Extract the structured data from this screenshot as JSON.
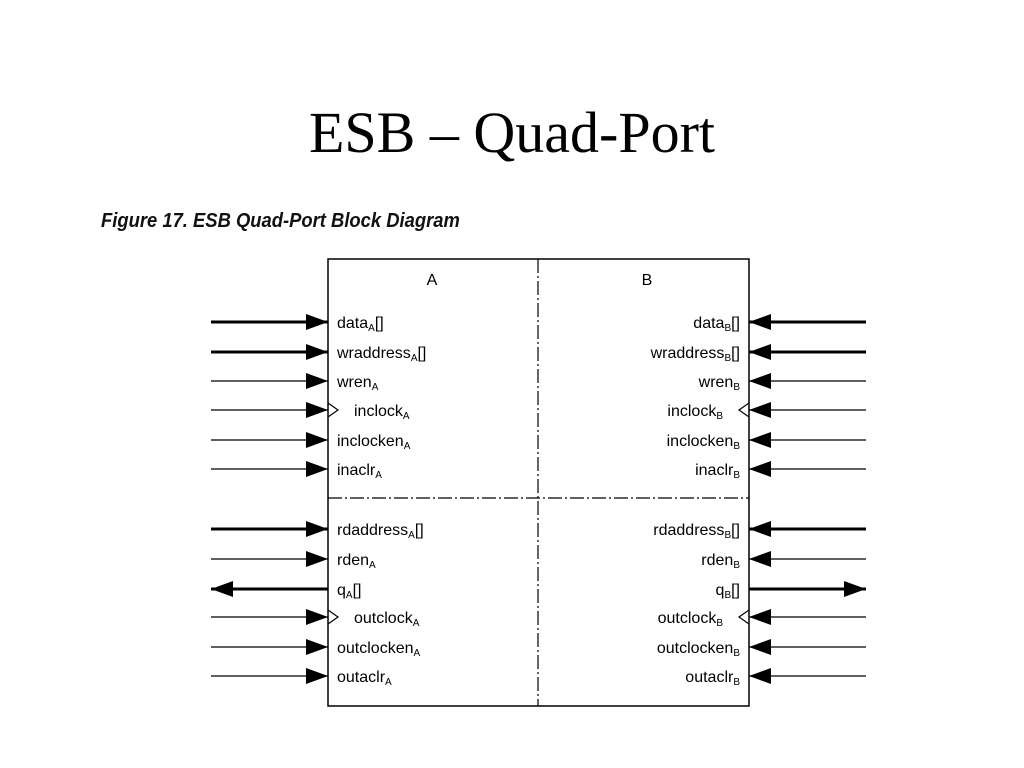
{
  "slide": {
    "title": "ESB – Quad-Port",
    "caption": "Figure 17. ESB Quad-Port Block Diagram"
  },
  "block": {
    "port_a_label": "A",
    "port_b_label": "B"
  },
  "ports": {
    "a": {
      "write": [
        {
          "name": "data",
          "sub": "A",
          "suffix": "[]",
          "bus": true,
          "dir": "in",
          "clock": false
        },
        {
          "name": "wraddress",
          "sub": "A",
          "suffix": "[]",
          "bus": true,
          "dir": "in",
          "clock": false
        },
        {
          "name": "wren",
          "sub": "A",
          "suffix": "",
          "bus": false,
          "dir": "in",
          "clock": false
        },
        {
          "name": "inclock",
          "sub": "A",
          "suffix": "",
          "bus": false,
          "dir": "in",
          "clock": true
        },
        {
          "name": "inclocken",
          "sub": "A",
          "suffix": "",
          "bus": false,
          "dir": "in",
          "clock": false
        },
        {
          "name": "inaclr",
          "sub": "A",
          "suffix": "",
          "bus": false,
          "dir": "in",
          "clock": false
        }
      ],
      "read": [
        {
          "name": "rdaddress",
          "sub": "A",
          "suffix": "[]",
          "bus": true,
          "dir": "in",
          "clock": false
        },
        {
          "name": "rden",
          "sub": "A",
          "suffix": "",
          "bus": false,
          "dir": "in",
          "clock": false
        },
        {
          "name": "q",
          "sub": "A",
          "suffix": "[]",
          "bus": true,
          "dir": "out",
          "clock": false
        },
        {
          "name": "outclock",
          "sub": "A",
          "suffix": "",
          "bus": false,
          "dir": "in",
          "clock": true
        },
        {
          "name": "outclocken",
          "sub": "A",
          "suffix": "",
          "bus": false,
          "dir": "in",
          "clock": false
        },
        {
          "name": "outaclr",
          "sub": "A",
          "suffix": "",
          "bus": false,
          "dir": "in",
          "clock": false
        }
      ]
    },
    "b": {
      "write": [
        {
          "name": "data",
          "sub": "B",
          "suffix": "[]",
          "bus": true,
          "dir": "in",
          "clock": false
        },
        {
          "name": "wraddress",
          "sub": "B",
          "suffix": "[]",
          "bus": true,
          "dir": "in",
          "clock": false
        },
        {
          "name": "wren",
          "sub": "B",
          "suffix": "",
          "bus": false,
          "dir": "in",
          "clock": false
        },
        {
          "name": "inclock",
          "sub": "B",
          "suffix": "",
          "bus": false,
          "dir": "in",
          "clock": true
        },
        {
          "name": "inclocken",
          "sub": "B",
          "suffix": "",
          "bus": false,
          "dir": "in",
          "clock": false
        },
        {
          "name": "inaclr",
          "sub": "B",
          "suffix": "",
          "bus": false,
          "dir": "in",
          "clock": false
        }
      ],
      "read": [
        {
          "name": "rdaddress",
          "sub": "B",
          "suffix": "[]",
          "bus": true,
          "dir": "in",
          "clock": false
        },
        {
          "name": "rden",
          "sub": "B",
          "suffix": "",
          "bus": false,
          "dir": "in",
          "clock": false
        },
        {
          "name": "q",
          "sub": "B",
          "suffix": "[]",
          "bus": true,
          "dir": "out",
          "clock": false
        },
        {
          "name": "outclock",
          "sub": "B",
          "suffix": "",
          "bus": false,
          "dir": "in",
          "clock": true
        },
        {
          "name": "outclocken",
          "sub": "B",
          "suffix": "",
          "bus": false,
          "dir": "in",
          "clock": false
        },
        {
          "name": "outaclr",
          "sub": "B",
          "suffix": "",
          "bus": false,
          "dir": "in",
          "clock": false
        }
      ]
    }
  }
}
